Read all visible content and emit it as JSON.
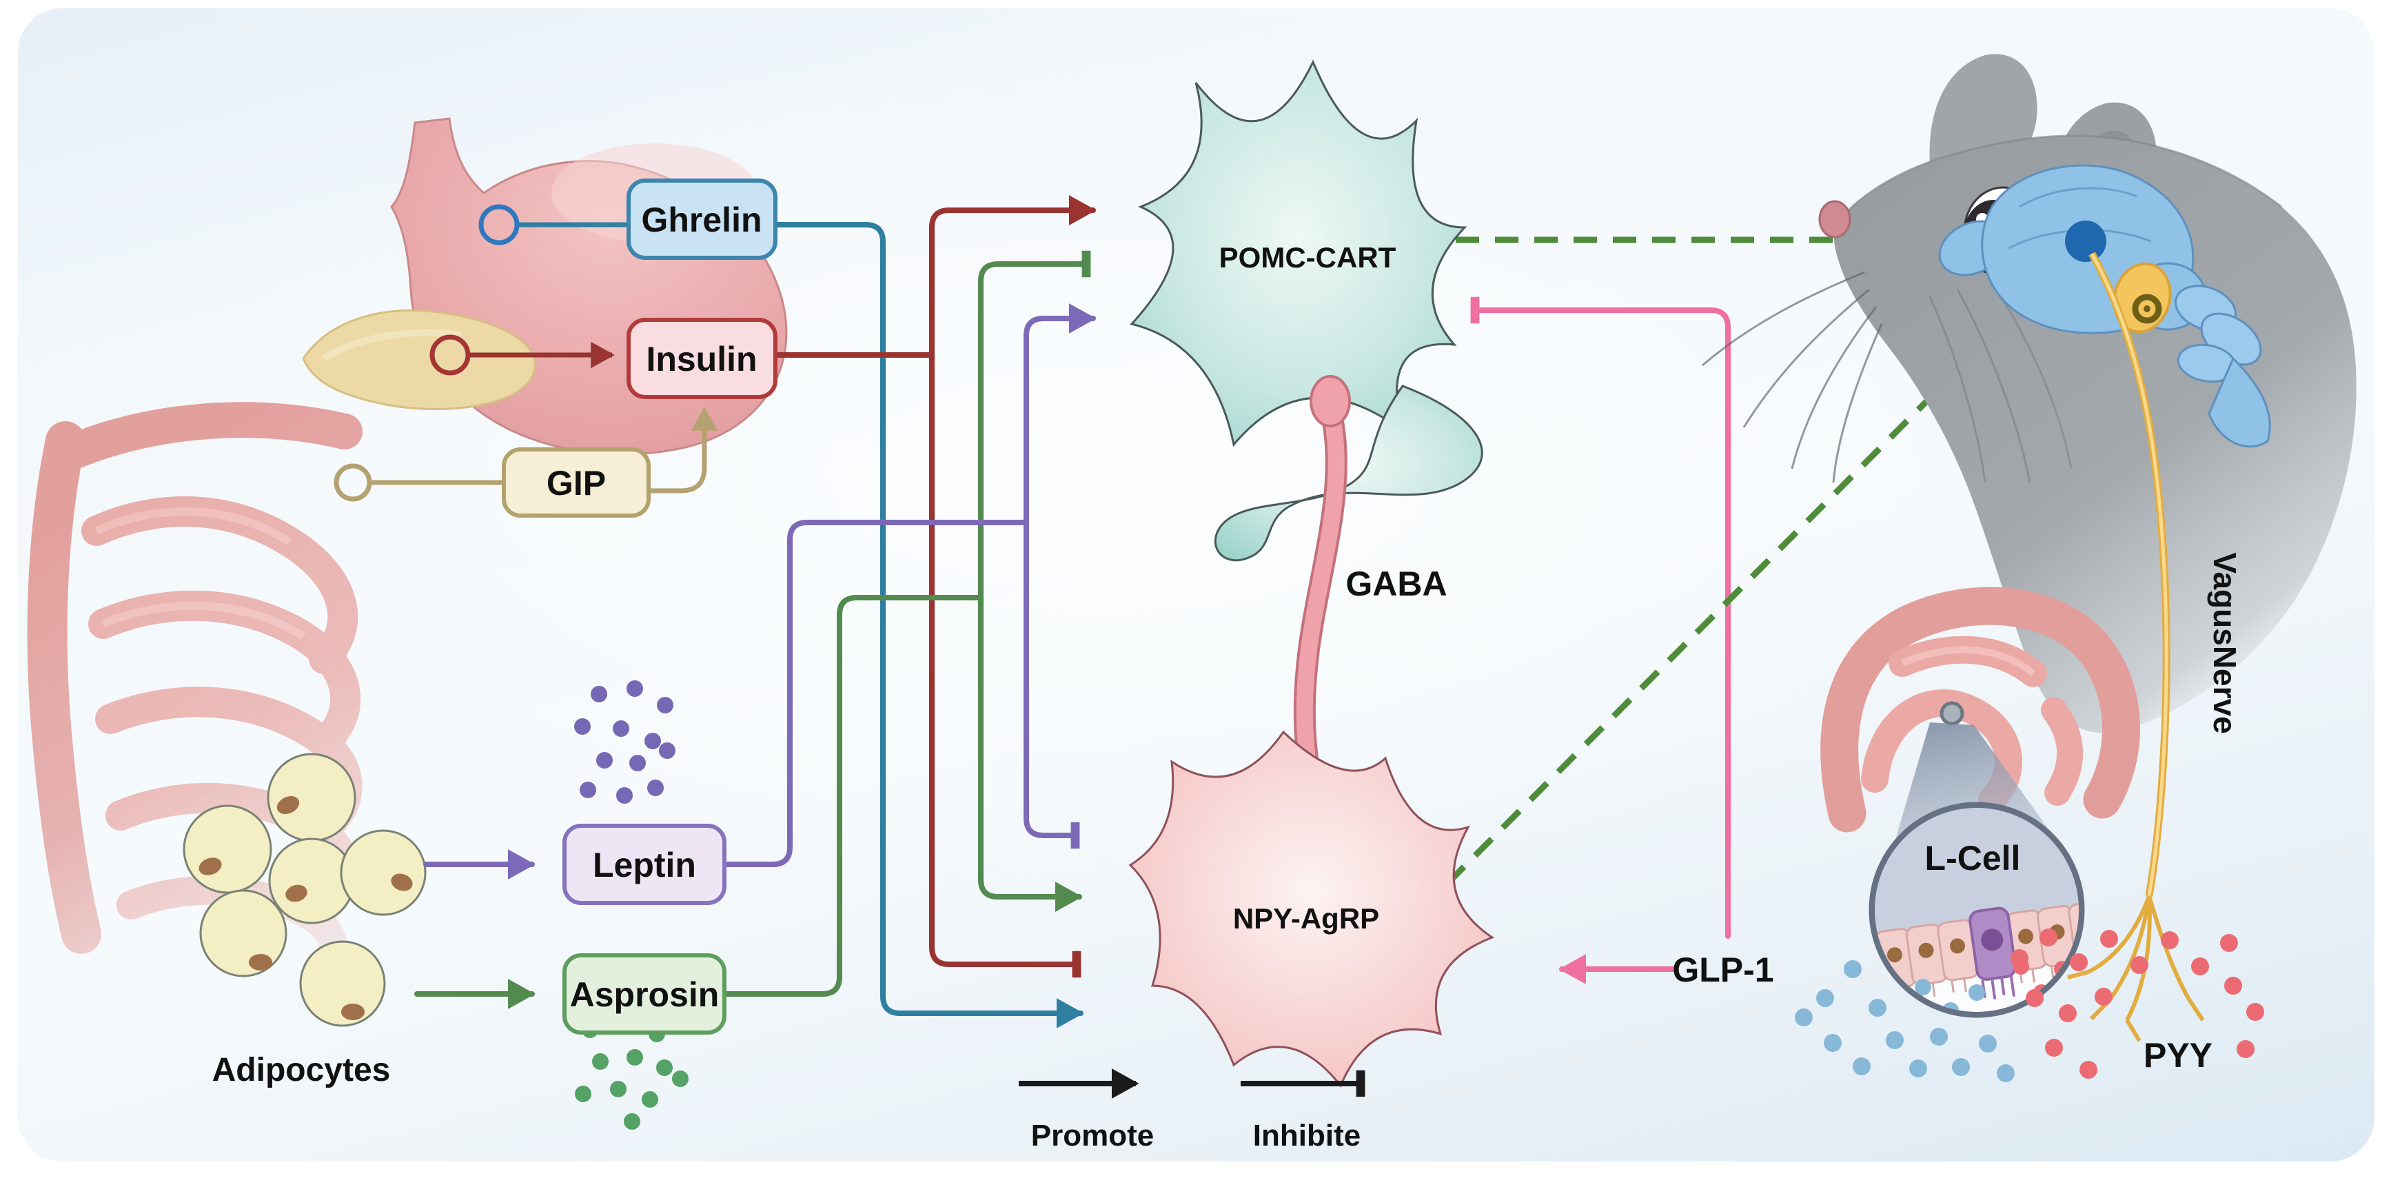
{
  "figure": {
    "type": "gut-brain-axis signaling pathway diagram",
    "legend": {
      "promote_label": "Promote",
      "inhibite_label": "Inhibite"
    }
  },
  "boxes": {
    "ghrelin": {
      "label": "Ghrelin",
      "fill": "#c9e2f4",
      "border": "#3c85ad",
      "source": "stomach"
    },
    "insulin": {
      "label": "Insulin",
      "fill": "#fadde0",
      "border": "#b23a3a",
      "source": "pancreas"
    },
    "gip": {
      "label": "GIP",
      "fill": "#f6efd6",
      "border": "#b3a26b",
      "source": "intestine"
    },
    "leptin": {
      "label": "Leptin",
      "fill": "#eee6f5",
      "border": "#8673bd",
      "source": "adipocytes"
    },
    "asprosin": {
      "label": "Asprosin",
      "fill": "#e4f0de",
      "border": "#5d9e5f",
      "source": "adipocytes"
    }
  },
  "neurons": {
    "pomc": {
      "label": "POMC-CART",
      "color": "#9fd4cc"
    },
    "npy": {
      "label": "NPY-AgRP",
      "color": "#f3bcbc"
    }
  },
  "labels": {
    "gaba": "GABA",
    "glp1": "GLP-1",
    "lcell": "L-Cell",
    "pyy": "PYY",
    "vagus_nerve": "VagusNerve",
    "adipocytes": "Adipocytes"
  },
  "connections": [
    {
      "from": "Stomach",
      "to": "Ghrelin",
      "effect": "secretes",
      "color": "#2f7fa0"
    },
    {
      "from": "Pancreas",
      "to": "Insulin",
      "effect": "secretes",
      "color": "#993430"
    },
    {
      "from": "Intestine",
      "to": "GIP",
      "effect": "secretes",
      "color": "#b5a272"
    },
    {
      "from": "GIP",
      "to": "Insulin",
      "effect": "promote",
      "color": "#b5a272"
    },
    {
      "from": "Adipocytes",
      "to": "Leptin",
      "effect": "secretes",
      "color": "#7c6ab8"
    },
    {
      "from": "Adipocytes",
      "to": "Asprosin",
      "effect": "secretes",
      "color": "#538a50"
    },
    {
      "from": "Ghrelin",
      "to": "NPY-AgRP",
      "effect": "promote",
      "color": "#2f7fa0"
    },
    {
      "from": "Insulin",
      "to": "POMC-CART",
      "effect": "promote",
      "color": "#993430"
    },
    {
      "from": "Insulin",
      "to": "NPY-AgRP",
      "effect": "inhibite",
      "color": "#993430"
    },
    {
      "from": "Leptin",
      "to": "POMC-CART",
      "effect": "promote",
      "color": "#7c6ab8"
    },
    {
      "from": "Leptin",
      "to": "NPY-AgRP",
      "effect": "inhibite",
      "color": "#7c6ab8"
    },
    {
      "from": "Asprosin",
      "to": "POMC-CART",
      "effect": "inhibite",
      "color": "#538a50"
    },
    {
      "from": "Asprosin",
      "to": "NPY-AgRP",
      "effect": "promote",
      "color": "#538a50"
    },
    {
      "from": "GLP-1",
      "to": "POMC-CART",
      "effect": "inhibite",
      "color": "#ef6f9f"
    },
    {
      "from": "GLP-1",
      "to": "NPY-AgRP",
      "effect": "promote",
      "color": "#ef6f9f"
    },
    {
      "from": "NPY-AgRP",
      "to": "POMC-CART",
      "effect": "GABA",
      "color": "#f0a2ab"
    },
    {
      "from": "Hypothalamus",
      "to": "POMC-CART",
      "effect": "vagal link (dashed)",
      "color": "#4e8c3a"
    },
    {
      "from": "Hypothalamus",
      "to": "NPY-AgRP",
      "effect": "vagal link (dashed)",
      "color": "#4e8c3a"
    },
    {
      "from": "L-Cell",
      "to": "GLP-1",
      "effect": "secretes (blue dots)",
      "color": "#87b8d8"
    },
    {
      "from": "L-Cell",
      "to": "PYY",
      "effect": "secretes (red dots)",
      "color": "#ec6b72"
    },
    {
      "from": "PYY",
      "to": "Brain",
      "effect": "via Vagus Nerve",
      "color": "#e2ac3f"
    }
  ],
  "palette": {
    "dashed_vagal": "#4e8c3a",
    "vagus_yellow": "#e2ac3f",
    "pink_glp1": "#ef6f9f",
    "teal_ghrelin": "#2f7fa0",
    "darkred_insulin": "#993430",
    "green_asprosin": "#538a50",
    "purple_leptin": "#7c6ab8",
    "mouse_gray": "#9ba0a4",
    "brain_blue": "#8fc2e6",
    "hypothalamus_dot": "#1f68b0",
    "adipocyte_yellow": "#f4eec4"
  }
}
